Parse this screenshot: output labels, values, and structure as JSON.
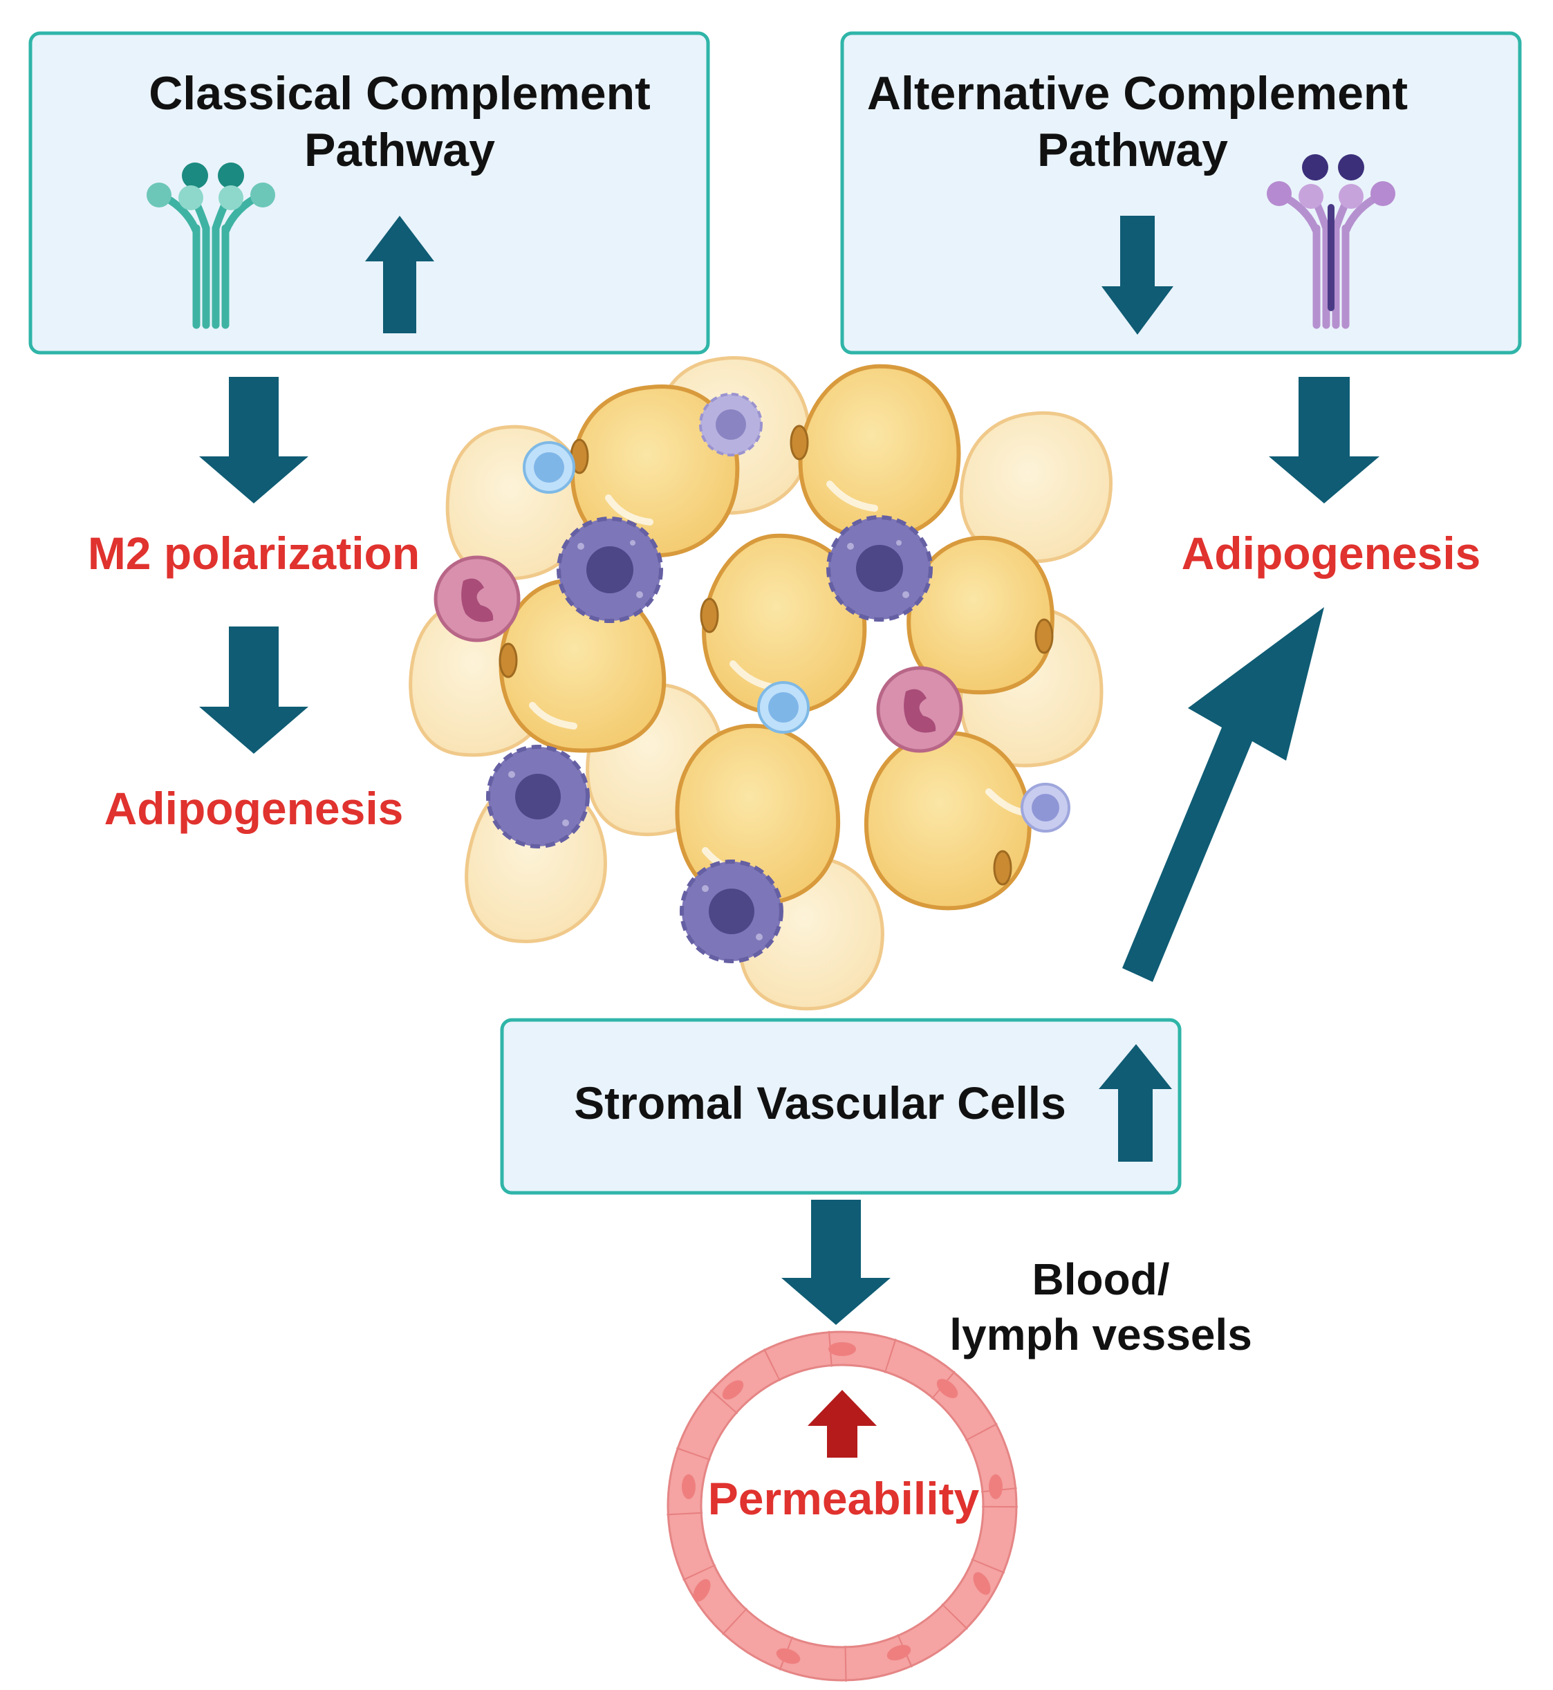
{
  "classical_box": {
    "title_line1": "Classical Complement",
    "title_line2": "Pathway",
    "direction": "up",
    "receptor_icon": "antibody-receptor-teal"
  },
  "alternative_box": {
    "title_line1": "Alternative Complement",
    "title_line2": "Pathway",
    "direction": "down",
    "receptor_icon": "antibody-receptor-purple"
  },
  "left_branch": {
    "first_effect": "M2 polarization",
    "second_effect": "Adipogenesis"
  },
  "right_branch": {
    "effect": "Adipogenesis"
  },
  "stromal_box": {
    "label": "Stromal Vascular Cells",
    "direction": "up"
  },
  "vessel": {
    "label_line1": "Blood/",
    "label_line2": "lymph vessels",
    "effect": "Permeability",
    "effect_direction": "up"
  },
  "colors": {
    "box_fill": "#e9f3fb",
    "box_border": "#2fb5a8",
    "arrow": "#0f5c74",
    "effect_text": "#e0322e",
    "permeability_arrow": "#b51b1b",
    "vessel_cells": "#f5a3a3",
    "adipocyte": "#f6d27a",
    "macrophage": "#7d76b8",
    "neutrophil": "#c96a8e",
    "lymphocyte": "#8cc3ee"
  }
}
